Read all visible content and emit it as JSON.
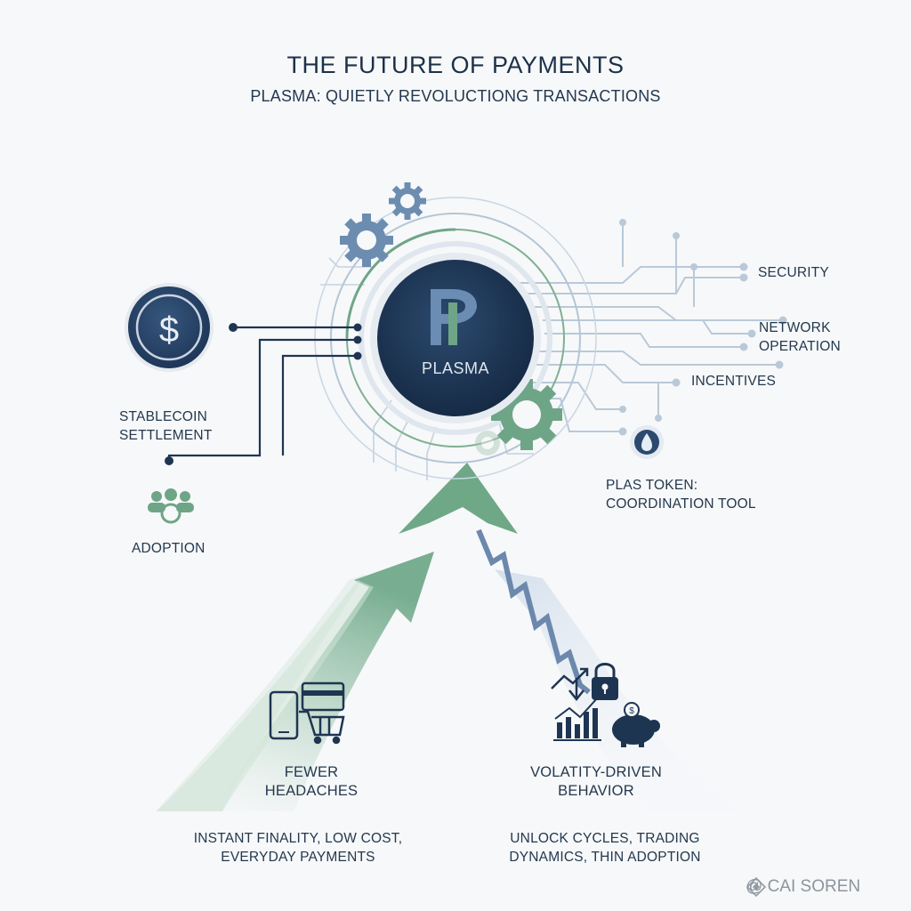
{
  "header": {
    "title": "THE FUTURE OF PAYMENTS",
    "subtitle": "PLASMA: QUIETLY REVOLUCTIONG TRANSACTIONS"
  },
  "center": {
    "label": "PLASMA"
  },
  "left_nodes": {
    "stablecoin": "STABLECOIN SETTLEMENT",
    "stablecoin_line1": "STABLECOIN",
    "stablecoin_line2": "SETTLEMENT",
    "adoption": "ADOPTION"
  },
  "right_nodes": {
    "security": "SECURITY",
    "network_line1": "NETWORK",
    "network_line2": "OPERATION",
    "incentives": "INCENTIVES",
    "token_line1": "PLAS TOKEN:",
    "token_line2": "COORDINATION TOOL"
  },
  "bottom_left": {
    "heading_line1": "FEWER",
    "heading_line2": "HEADACHES",
    "desc_line1": "INSTANT FINALITY, LOW COST,",
    "desc_line2": "EVERYDAY PAYMENTS"
  },
  "bottom_right": {
    "heading_line1": "VOLATITY-DRIVEN",
    "heading_line2": "BEHAVIOR",
    "desc_line1": "UNLOCK CYCLES, TRADING",
    "desc_line2": "DYNAMICS, THIN ADOPTION"
  },
  "watermark": "@ CAI SOREN",
  "colors": {
    "navy": "#1e3552",
    "green": "#6fa587",
    "slate": "#5e7d9e",
    "line": "#b7c7d6"
  }
}
